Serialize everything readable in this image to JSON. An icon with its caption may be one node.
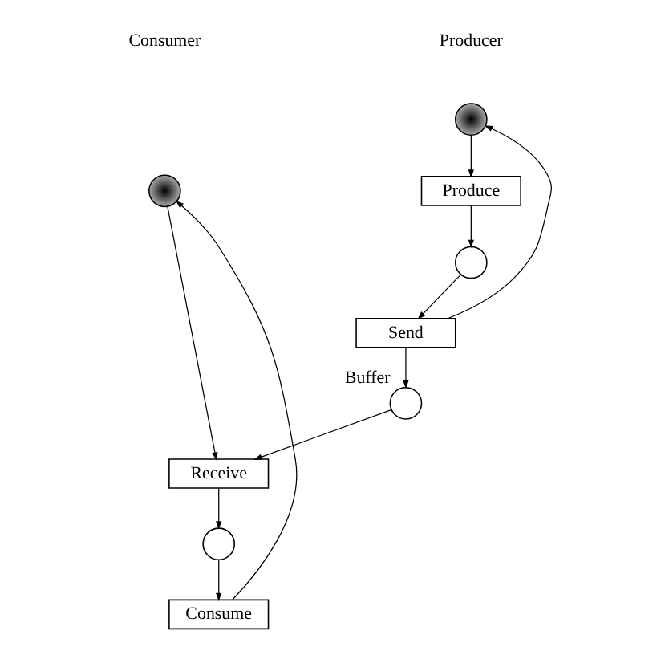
{
  "diagram": {
    "nodes": [
      {
        "text": [],
        "shape": "marked-circle"
      },
      {
        "text": [
          "Produce"
        ]
      },
      {
        "text": [],
        "shape": "circle"
      },
      {
        "text": [
          "Send"
        ]
      },
      {
        "text": [],
        "shape": "circle",
        "beside": [
          "Buffer"
        ]
      },
      {
        "text": [],
        "shape": "marked-circle"
      },
      {
        "text": [
          "Receive"
        ]
      },
      {
        "text": [],
        "shape": "circle"
      },
      {
        "text": [
          "Consume"
        ]
      }
    ],
    "edges": [
      {
        "from": 0,
        "to": 1,
        "arrow": "to"
      },
      {
        "from": 1,
        "to": 2,
        "arrow": "to"
      },
      {
        "from": 2,
        "to": 3,
        "arrow": "to"
      },
      {
        "from": 3,
        "to": 0,
        "arrow": "to"
      },
      {
        "from": 3,
        "to": 4,
        "arrow": "to"
      },
      {
        "from": 4,
        "to": 6,
        "arrow": "to"
      },
      {
        "from": 5,
        "to": 6,
        "arrow": "to"
      },
      {
        "from": 6,
        "to": 7,
        "arrow": "to"
      },
      {
        "from": 7,
        "to": 8,
        "arrow": "to"
      },
      {
        "from": 8,
        "to": 5,
        "arrow": "to"
      }
    ],
    "labels": [
      "Producer",
      "Consumer"
    ]
  }
}
